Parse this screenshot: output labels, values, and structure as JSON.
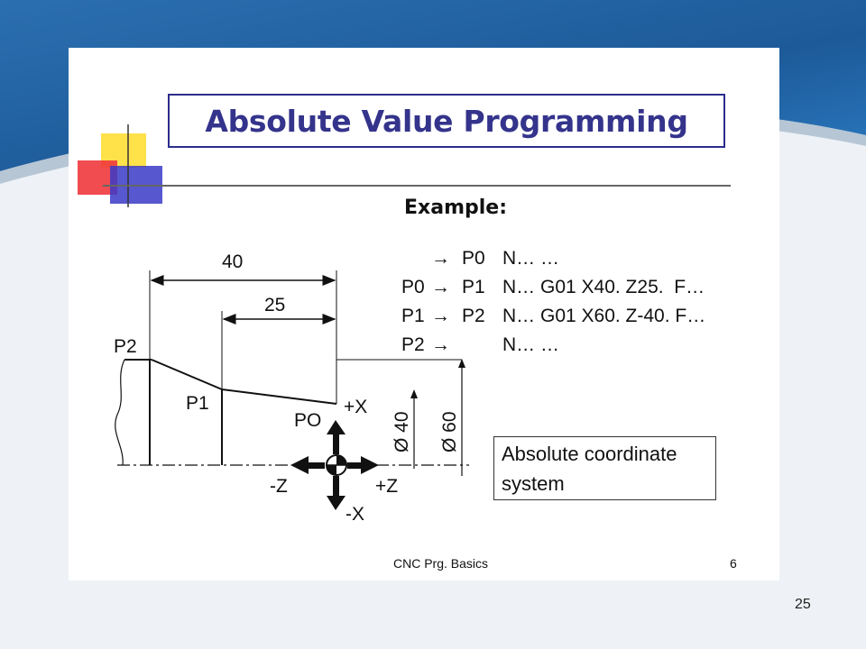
{
  "slide": {
    "title": "Absolute Value Programming",
    "example_label": "Example:",
    "program_lines": [
      {
        "from": "",
        "arrow": "→",
        "to": "P0",
        "code": "N… …"
      },
      {
        "from": "P0",
        "arrow": "→",
        "to": "P1",
        "code": "N… G01 X40. Z25.  F…"
      },
      {
        "from": "P1",
        "arrow": "→",
        "to": "P2",
        "code": "N… G01 X60. Z-40. F…"
      },
      {
        "from": "P2",
        "arrow": "→",
        "to": "",
        "code": "N… …"
      }
    ],
    "note": "Absolute coordinate\nsystem",
    "footer_left": "CNC Prg. Basics",
    "footer_right": "6",
    "page_number": "25"
  },
  "diagram": {
    "dim_40": "40",
    "dim_25": "25",
    "point_p2": "P2",
    "point_p1": "P1",
    "point_p0": "PO",
    "axis_plus_x": "+X",
    "axis_minus_x": "-X",
    "axis_plus_z": "+Z",
    "axis_minus_z": "-Z",
    "diameter_40": "Ø 40",
    "diameter_60": "Ø 60"
  },
  "colors": {
    "title_text": "#34348c",
    "title_border": "#2c2c8c",
    "banner": "#1f5f9f",
    "accent_yellow": "#ffe14a",
    "accent_red": "#f0383c",
    "accent_blue": "#3a3ac8"
  }
}
